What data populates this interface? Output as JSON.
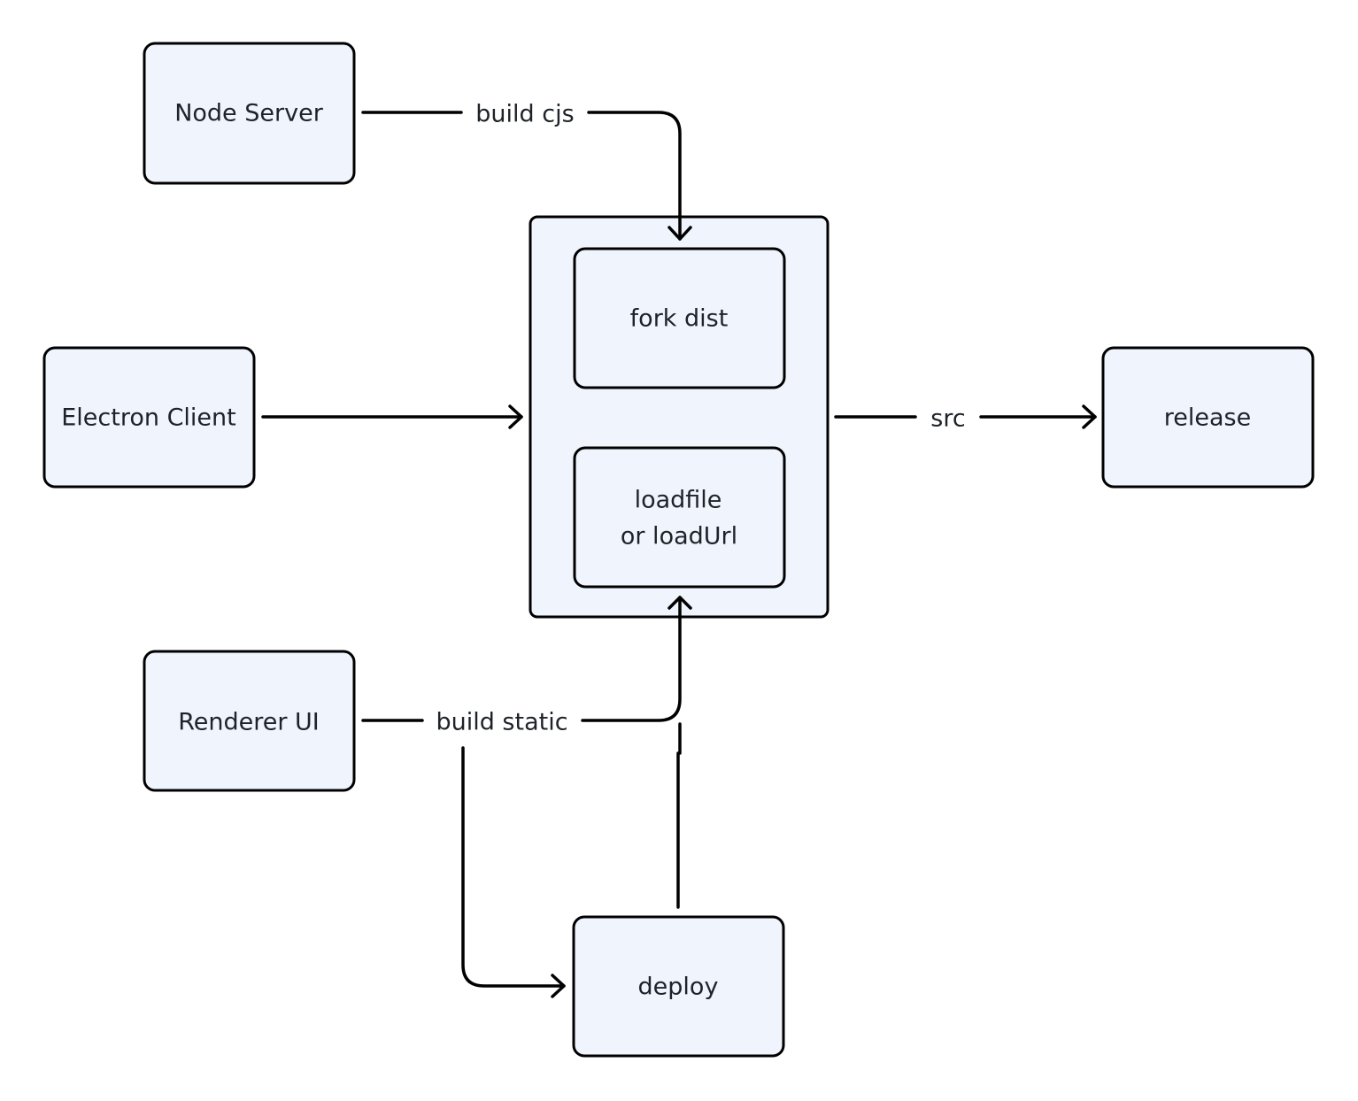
{
  "colors": {
    "node_fill": "#eff4fd",
    "node_stroke": "#000000",
    "edge_stroke": "#000000",
    "text": "#1f2329"
  },
  "nodes": {
    "node_server": "Node Server",
    "electron_client": "Electron Client",
    "renderer_ui": "Renderer UI",
    "fork_dist": "fork dist",
    "loadfile": "loadfile",
    "or_loadurl": "or loadUrl",
    "release": "release",
    "deploy": "deploy"
  },
  "edges": {
    "build_cjs": "build cjs",
    "src": "src",
    "build_static": "build static"
  }
}
